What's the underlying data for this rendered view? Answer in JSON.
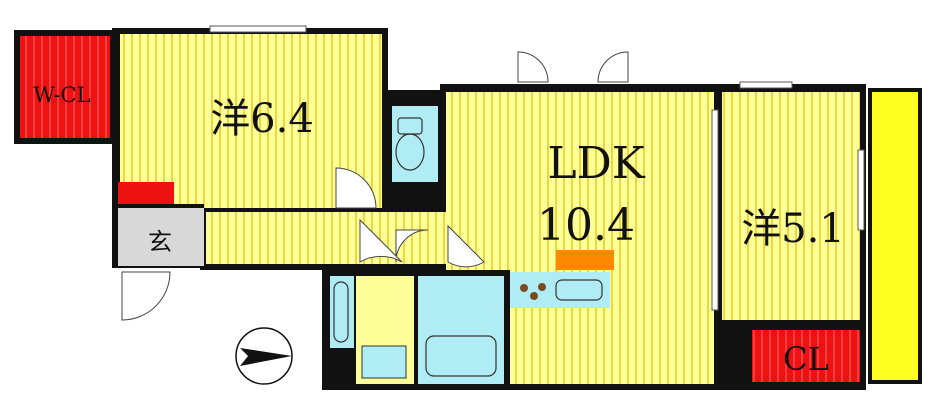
{
  "rooms": {
    "wcl": {
      "label": "W-CL"
    },
    "western1": {
      "label": "洋6.4"
    },
    "ldk": {
      "label": "LDK",
      "size": "10.4"
    },
    "western2": {
      "label": "洋5.1"
    },
    "entrance": {
      "label": "玄"
    },
    "closet": {
      "label": "CL"
    }
  },
  "colors": {
    "floor": "#ffff99",
    "stripe": "#d9c200",
    "wall": "#111111",
    "closet": "#ee1111",
    "balcony": "#ffff22",
    "wet_area": "#b0ecf4",
    "entrance_floor": "#d8d8d8",
    "kitchen_counter": "#ff8a00"
  },
  "icons": {
    "compass": "north-arrow-icon",
    "door": "door-swing-icon"
  }
}
